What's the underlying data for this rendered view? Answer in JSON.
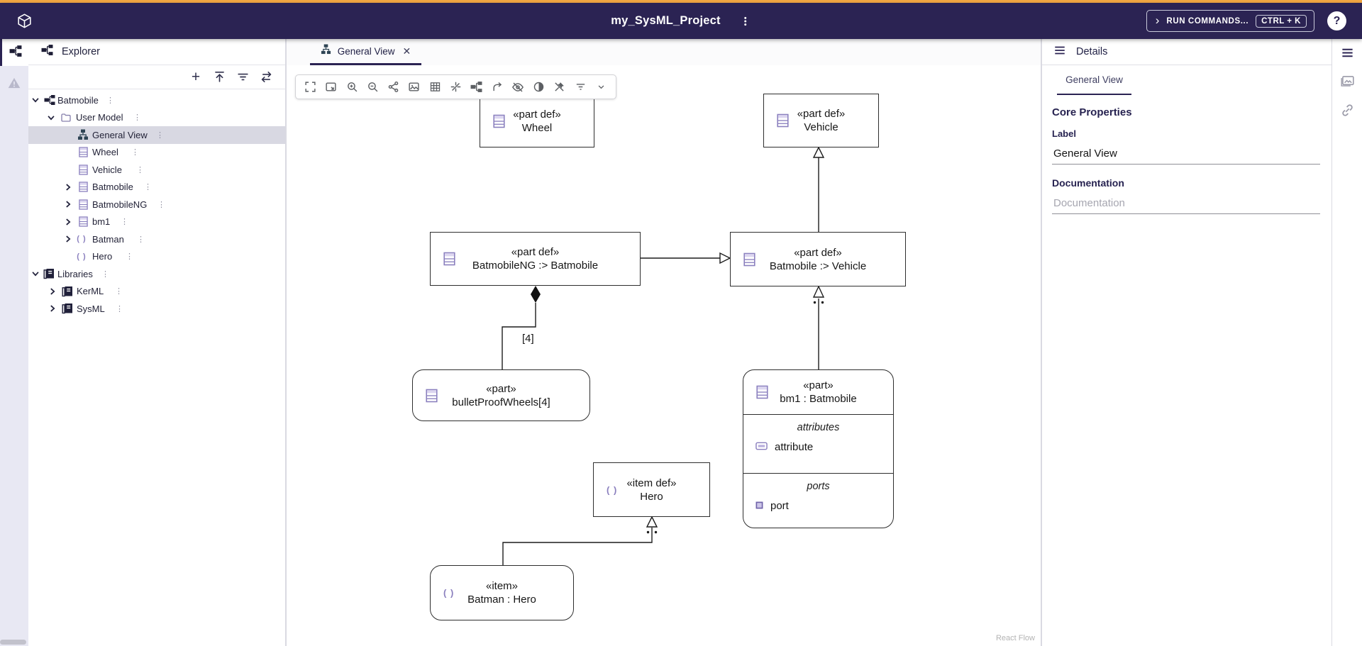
{
  "app": {
    "title": "my_SysML_Project",
    "run_commands_label": "RUN COMMANDS...",
    "shortcut": "CTRL + K"
  },
  "icons": {
    "run_chevron": "›",
    "help": "?",
    "kebab": "⋮",
    "plus": "+",
    "close": "✕",
    "item_glyph": "( )"
  },
  "explorer": {
    "title": "Explorer",
    "items": [
      {
        "label": "Batmobile"
      },
      {
        "label": "User Model"
      },
      {
        "label": "General View"
      },
      {
        "label": "Wheel"
      },
      {
        "label": "Vehicle"
      },
      {
        "label": "Batmobile"
      },
      {
        "label": "BatmobileNG"
      },
      {
        "label": "bm1"
      },
      {
        "label": "Batman"
      },
      {
        "label": "Hero"
      },
      {
        "label": "Libraries"
      },
      {
        "label": "KerML"
      },
      {
        "label": "SysML"
      }
    ]
  },
  "tab": {
    "label": "General View"
  },
  "diagram": {
    "nodes": {
      "wheel": {
        "stereotype": "«part def»",
        "name": "Wheel"
      },
      "vehicle": {
        "stereotype": "«part def»",
        "name": "Vehicle"
      },
      "batmobileng": {
        "stereotype": "«part def»",
        "name": "BatmobileNG :> Batmobile"
      },
      "batmobile": {
        "stereotype": "«part def»",
        "name": "Batmobile :> Vehicle"
      },
      "bulletproofwheels": {
        "stereotype": "«part»",
        "name": "bulletProofWheels[4]"
      },
      "bm1": {
        "stereotype": "«part»",
        "name": "bm1 : Batmobile",
        "attributes_label": "attributes",
        "attribute_item": "attribute",
        "ports_label": "ports",
        "port_item": "port"
      },
      "hero": {
        "stereotype": "«item def»",
        "name": "Hero"
      },
      "batman": {
        "stereotype": "«item»",
        "name": "Batman : Hero"
      }
    },
    "multiplicity_label": "[4]",
    "attribution": "React Flow"
  },
  "details": {
    "title": "Details",
    "tab": "General View",
    "core_properties": "Core Properties",
    "label_label": "Label",
    "label_value": "General View",
    "doc_label": "Documentation",
    "doc_placeholder": "Documentation"
  },
  "colors": {
    "topbar": "#2b2353",
    "accent_orange": "#f0a643",
    "rail_bg": "#e8e8f3",
    "selection": "#d8d8e2",
    "icon_purple": "#8a7fbe"
  }
}
